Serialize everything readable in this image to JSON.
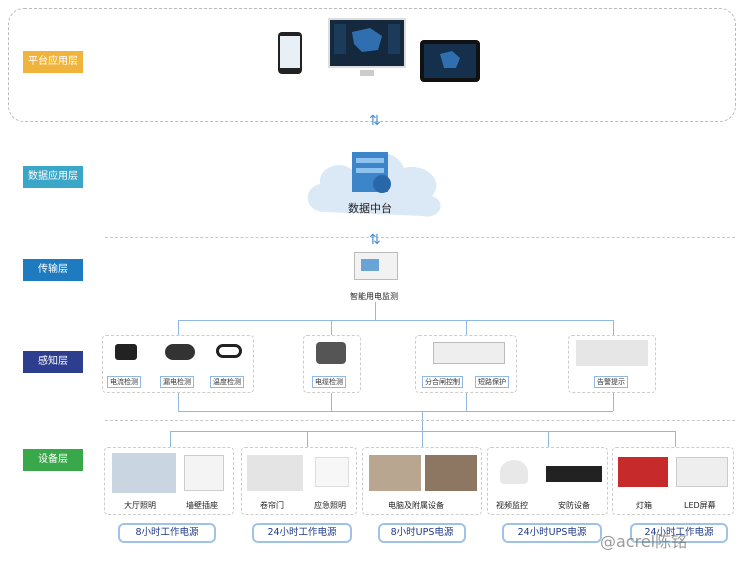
{
  "layers": {
    "platform": "平台应用层",
    "data_app": "数据应用层",
    "transport": "传输层",
    "sensing": "感知层",
    "device": "设备层"
  },
  "colors": {
    "platform": "#f0b43c",
    "data_app": "#3aa7c9",
    "transport": "#1f7bc0",
    "sensing": "#2d3e8f",
    "device": "#39a84a",
    "line": "#8fb9e0"
  },
  "data_center": {
    "label": "数据中台"
  },
  "gateway": {
    "label": "智能用电监测"
  },
  "sensing": {
    "current": "电流检测",
    "leak": "漏电检测",
    "temp": "温度检测",
    "cable": "电缆检测",
    "switch": "分合闸控制",
    "short": "短路保护",
    "alarm": "告警提示"
  },
  "devices": {
    "hall_light": "大厅照明",
    "smart_socket": "墙壁插座",
    "rolling_door": "卷帘门",
    "emergency_light": "应急照明",
    "pc": "电脑及附属设备",
    "camera": "视频监控",
    "security": "安防设备",
    "lightbox": "灯箱",
    "led": "LED屏幕"
  },
  "power_tags": [
    "8小时工作电源",
    "24小时工作电源",
    "8小时UPS电源",
    "24小时UPS电源",
    "24小时工作电源"
  ],
  "watermark": "@acrel陈铭"
}
